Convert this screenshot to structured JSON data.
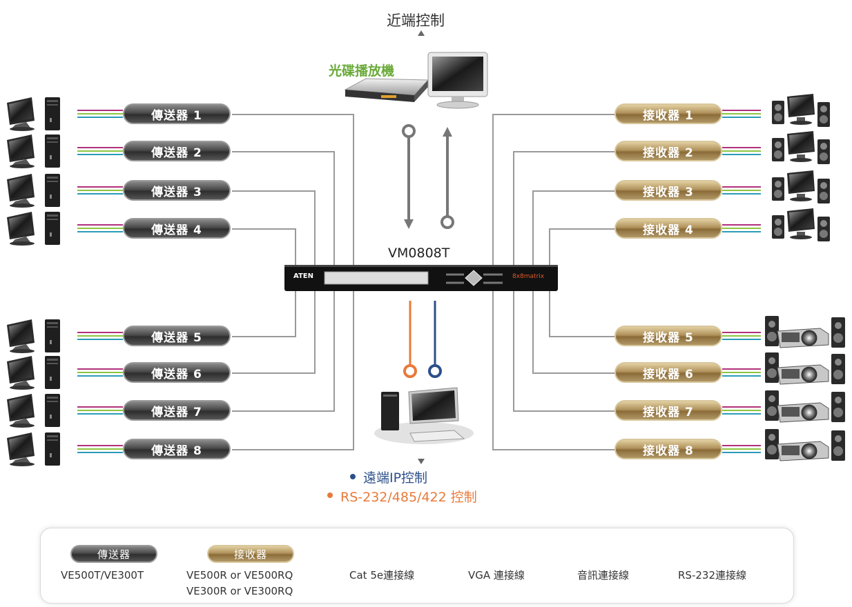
{
  "title_top": "近端控制",
  "dvd_label": "光碟播放機",
  "switch_name": "VM0808T",
  "switch_brand": "ATEN",
  "switch_logo": "8x8matrix",
  "remote_ip_label": "遠端IP控制",
  "rs_label": "RS-232/485/422 控制",
  "transmitters": [
    "傳送器 1",
    "傳送器 2",
    "傳送器 3",
    "傳送器 4",
    "傳送器 5",
    "傳送器 6",
    "傳送器 7",
    "傳送器 8"
  ],
  "receivers": [
    "接收器 1",
    "接收器 2",
    "接收器 3",
    "接收器 4",
    "接收器 5",
    "接收器 6",
    "接收器 7",
    "接收器 8"
  ],
  "colors": {
    "cat5e": "#999999",
    "vga": "#b0307a",
    "audio": "#8cc63f",
    "rs232": "#2a9bb8",
    "ip": "#2c4f8a",
    "serial": "#e87a3a",
    "dvd_label": "#6aaa3a"
  },
  "legend": {
    "tx_pill": "傳送器",
    "tx_text": "VE500T/VE300T",
    "rx_pill": "接收器",
    "rx_text_1": "VE500R or VE500RQ",
    "rx_text_2": "VE300R or VE300RQ",
    "cat5e": "Cat 5e連接線",
    "vga": "VGA 連接線",
    "audio": "音訊連接線",
    "rs232": "RS-232連接線"
  },
  "icons": {
    "left_device": "pc-monitor-tower-icon",
    "right_top_device": "monitor-speakers-icon",
    "right_bottom_device": "projector-speakers-icon",
    "dvd": "dvd-player-icon",
    "local_monitor": "monitor-icon",
    "remote_pc": "computer-workstation-icon"
  }
}
